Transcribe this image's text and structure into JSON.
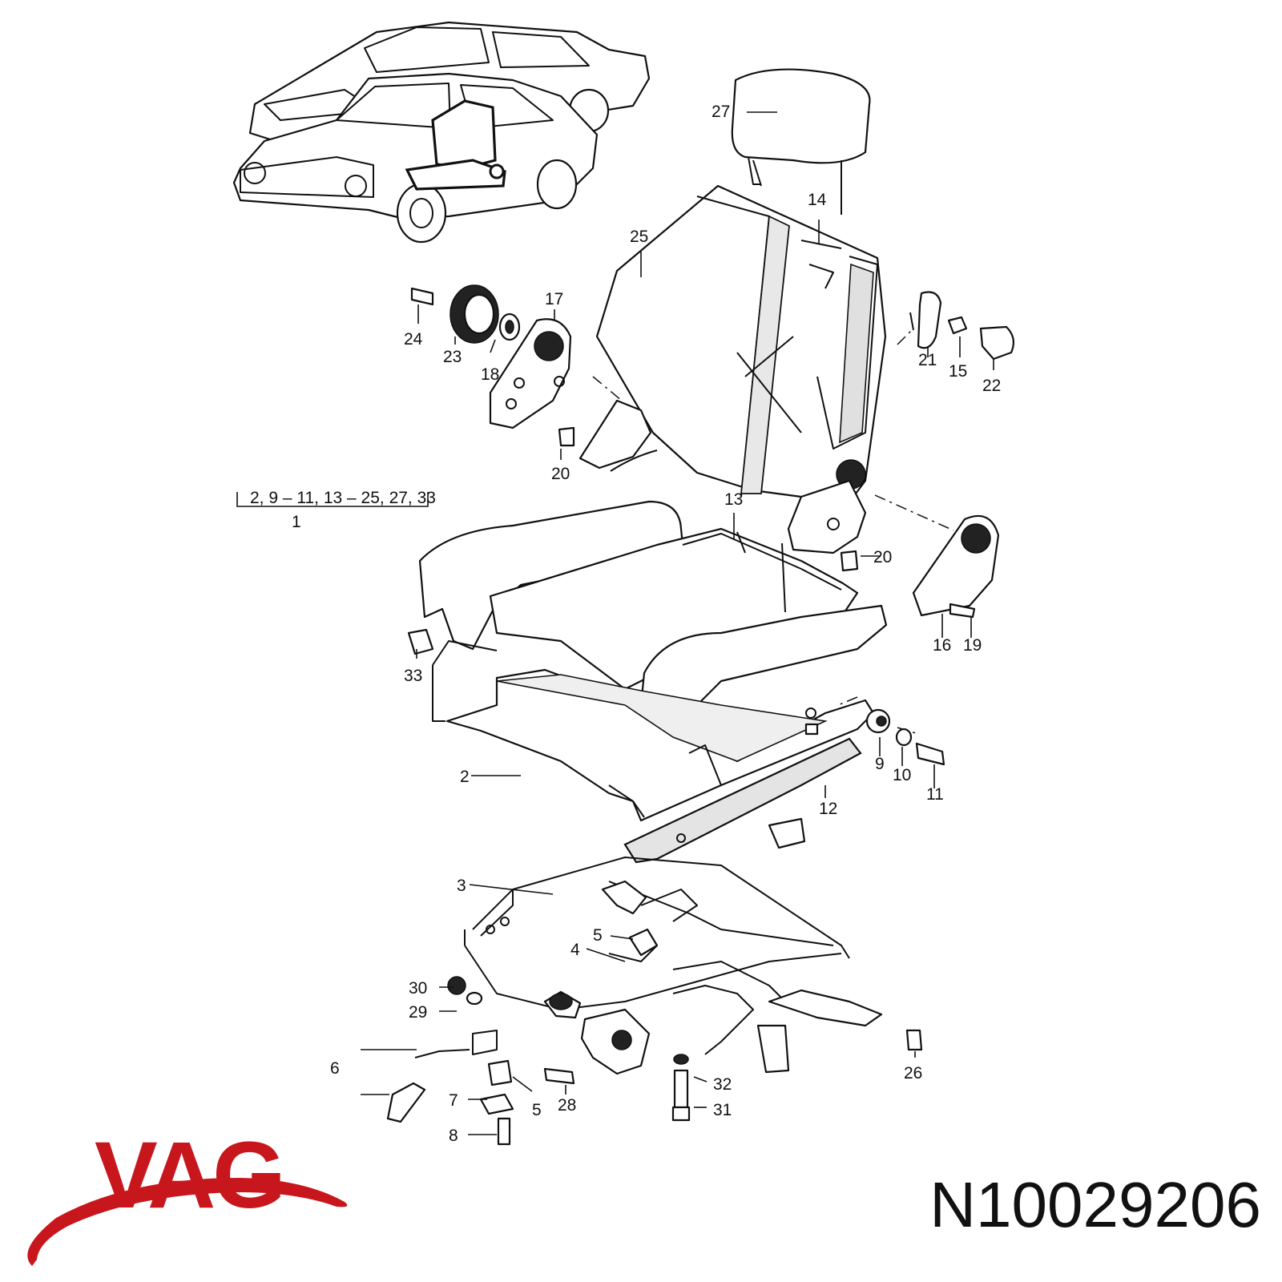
{
  "brand": {
    "logo_text": "VAG",
    "logo_color": "#c8161d"
  },
  "part_number": "N10029206",
  "assembly_label": "2, 9 – 11, 13 – 25, 27, 33",
  "assembly_number": "1",
  "callouts": {
    "c2": "2",
    "c3": "3",
    "c4": "4",
    "c5a": "5",
    "c5b": "5",
    "c6": "6",
    "c7": "7",
    "c8": "8",
    "c9": "9",
    "c10": "10",
    "c11": "11",
    "c12": "12",
    "c13": "13",
    "c14": "14",
    "c15": "15",
    "c16": "16",
    "c17": "17",
    "c18": "18",
    "c19": "19",
    "c20a": "20",
    "c20b": "20",
    "c21": "21",
    "c22": "22",
    "c23": "23",
    "c24": "24",
    "c25": "25",
    "c26": "26",
    "c27": "27",
    "c28": "28",
    "c29": "29",
    "c30": "30",
    "c31": "31",
    "c32": "32",
    "c33": "33"
  },
  "icons": {
    "cars": "car-illustration-icon",
    "headrest": "headrest-icon",
    "seat_back": "seat-back-icon",
    "seat_cushion": "seat-cushion-icon",
    "seat_frame": "seat-frame-icon",
    "seat_rail": "seat-rail-icon",
    "logo_swoosh": "vag-logo-swoosh-icon"
  }
}
